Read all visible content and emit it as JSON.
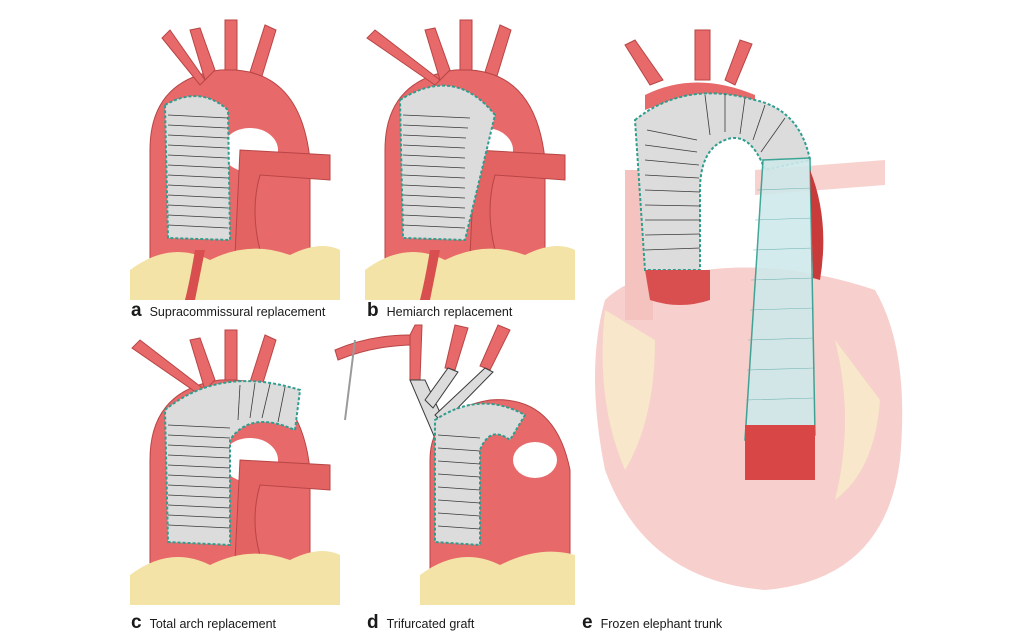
{
  "figure": {
    "colors": {
      "aorta": "#e8696a",
      "aorta_dark": "#c94848",
      "aorta_highlight": "#f4a3a0",
      "graft": "#dcdcdc",
      "graft_ring": "#3a3a3a",
      "suture": "#2e9e8e",
      "fat": "#f3e3a6",
      "heart_faded": "#f6c7c3",
      "stent": "#cfe9ea",
      "background": "#ffffff"
    },
    "panels": [
      {
        "id": "a",
        "letter": "a",
        "caption": "Supracommissural replacement"
      },
      {
        "id": "b",
        "letter": "b",
        "caption": "Hemiarch replacement"
      },
      {
        "id": "c",
        "letter": "c",
        "caption": "Total arch replacement"
      },
      {
        "id": "d",
        "letter": "d",
        "caption": "Trifurcated graft"
      },
      {
        "id": "e",
        "letter": "e",
        "caption": "Frozen elephant trunk"
      }
    ]
  }
}
